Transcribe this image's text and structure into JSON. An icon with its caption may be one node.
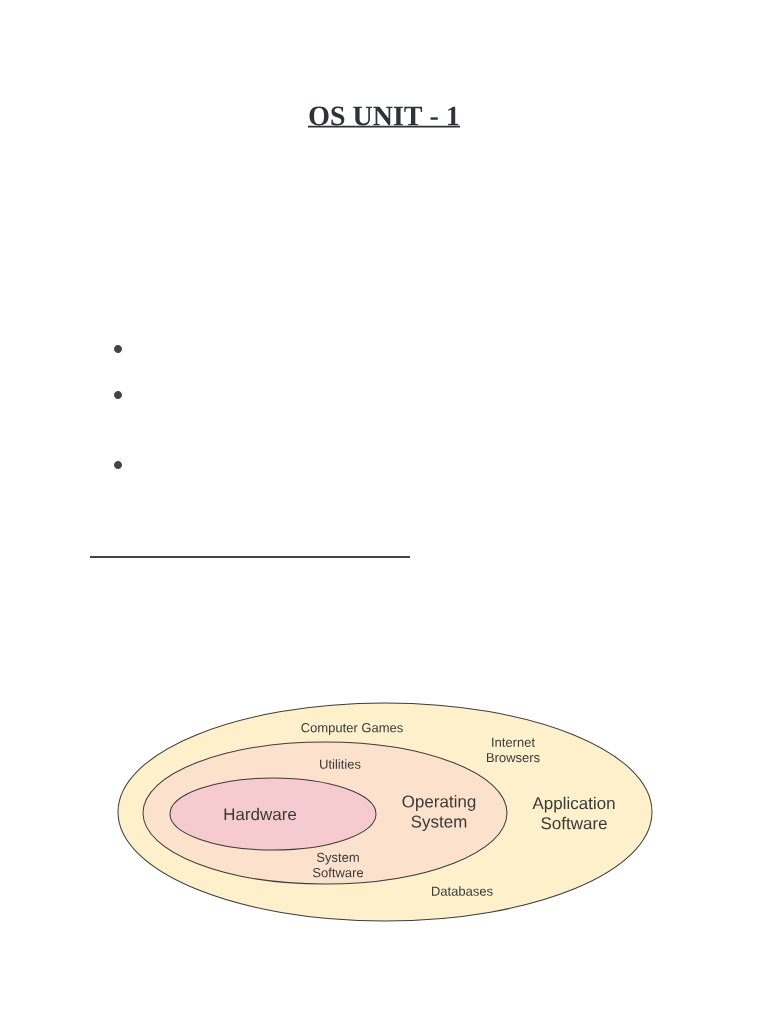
{
  "diagram": {
    "title": "OS UNIT - 1",
    "nodes": [
      {
        "text": [
          "Computer Games",
          "Internet Browsers",
          "Application Software",
          "Databases"
        ]
      },
      {
        "text": [
          "Utilities",
          "Operating System",
          "System Software"
        ],
        "in": 0
      },
      {
        "text": [
          "Hardware"
        ],
        "in": 1
      }
    ]
  }
}
